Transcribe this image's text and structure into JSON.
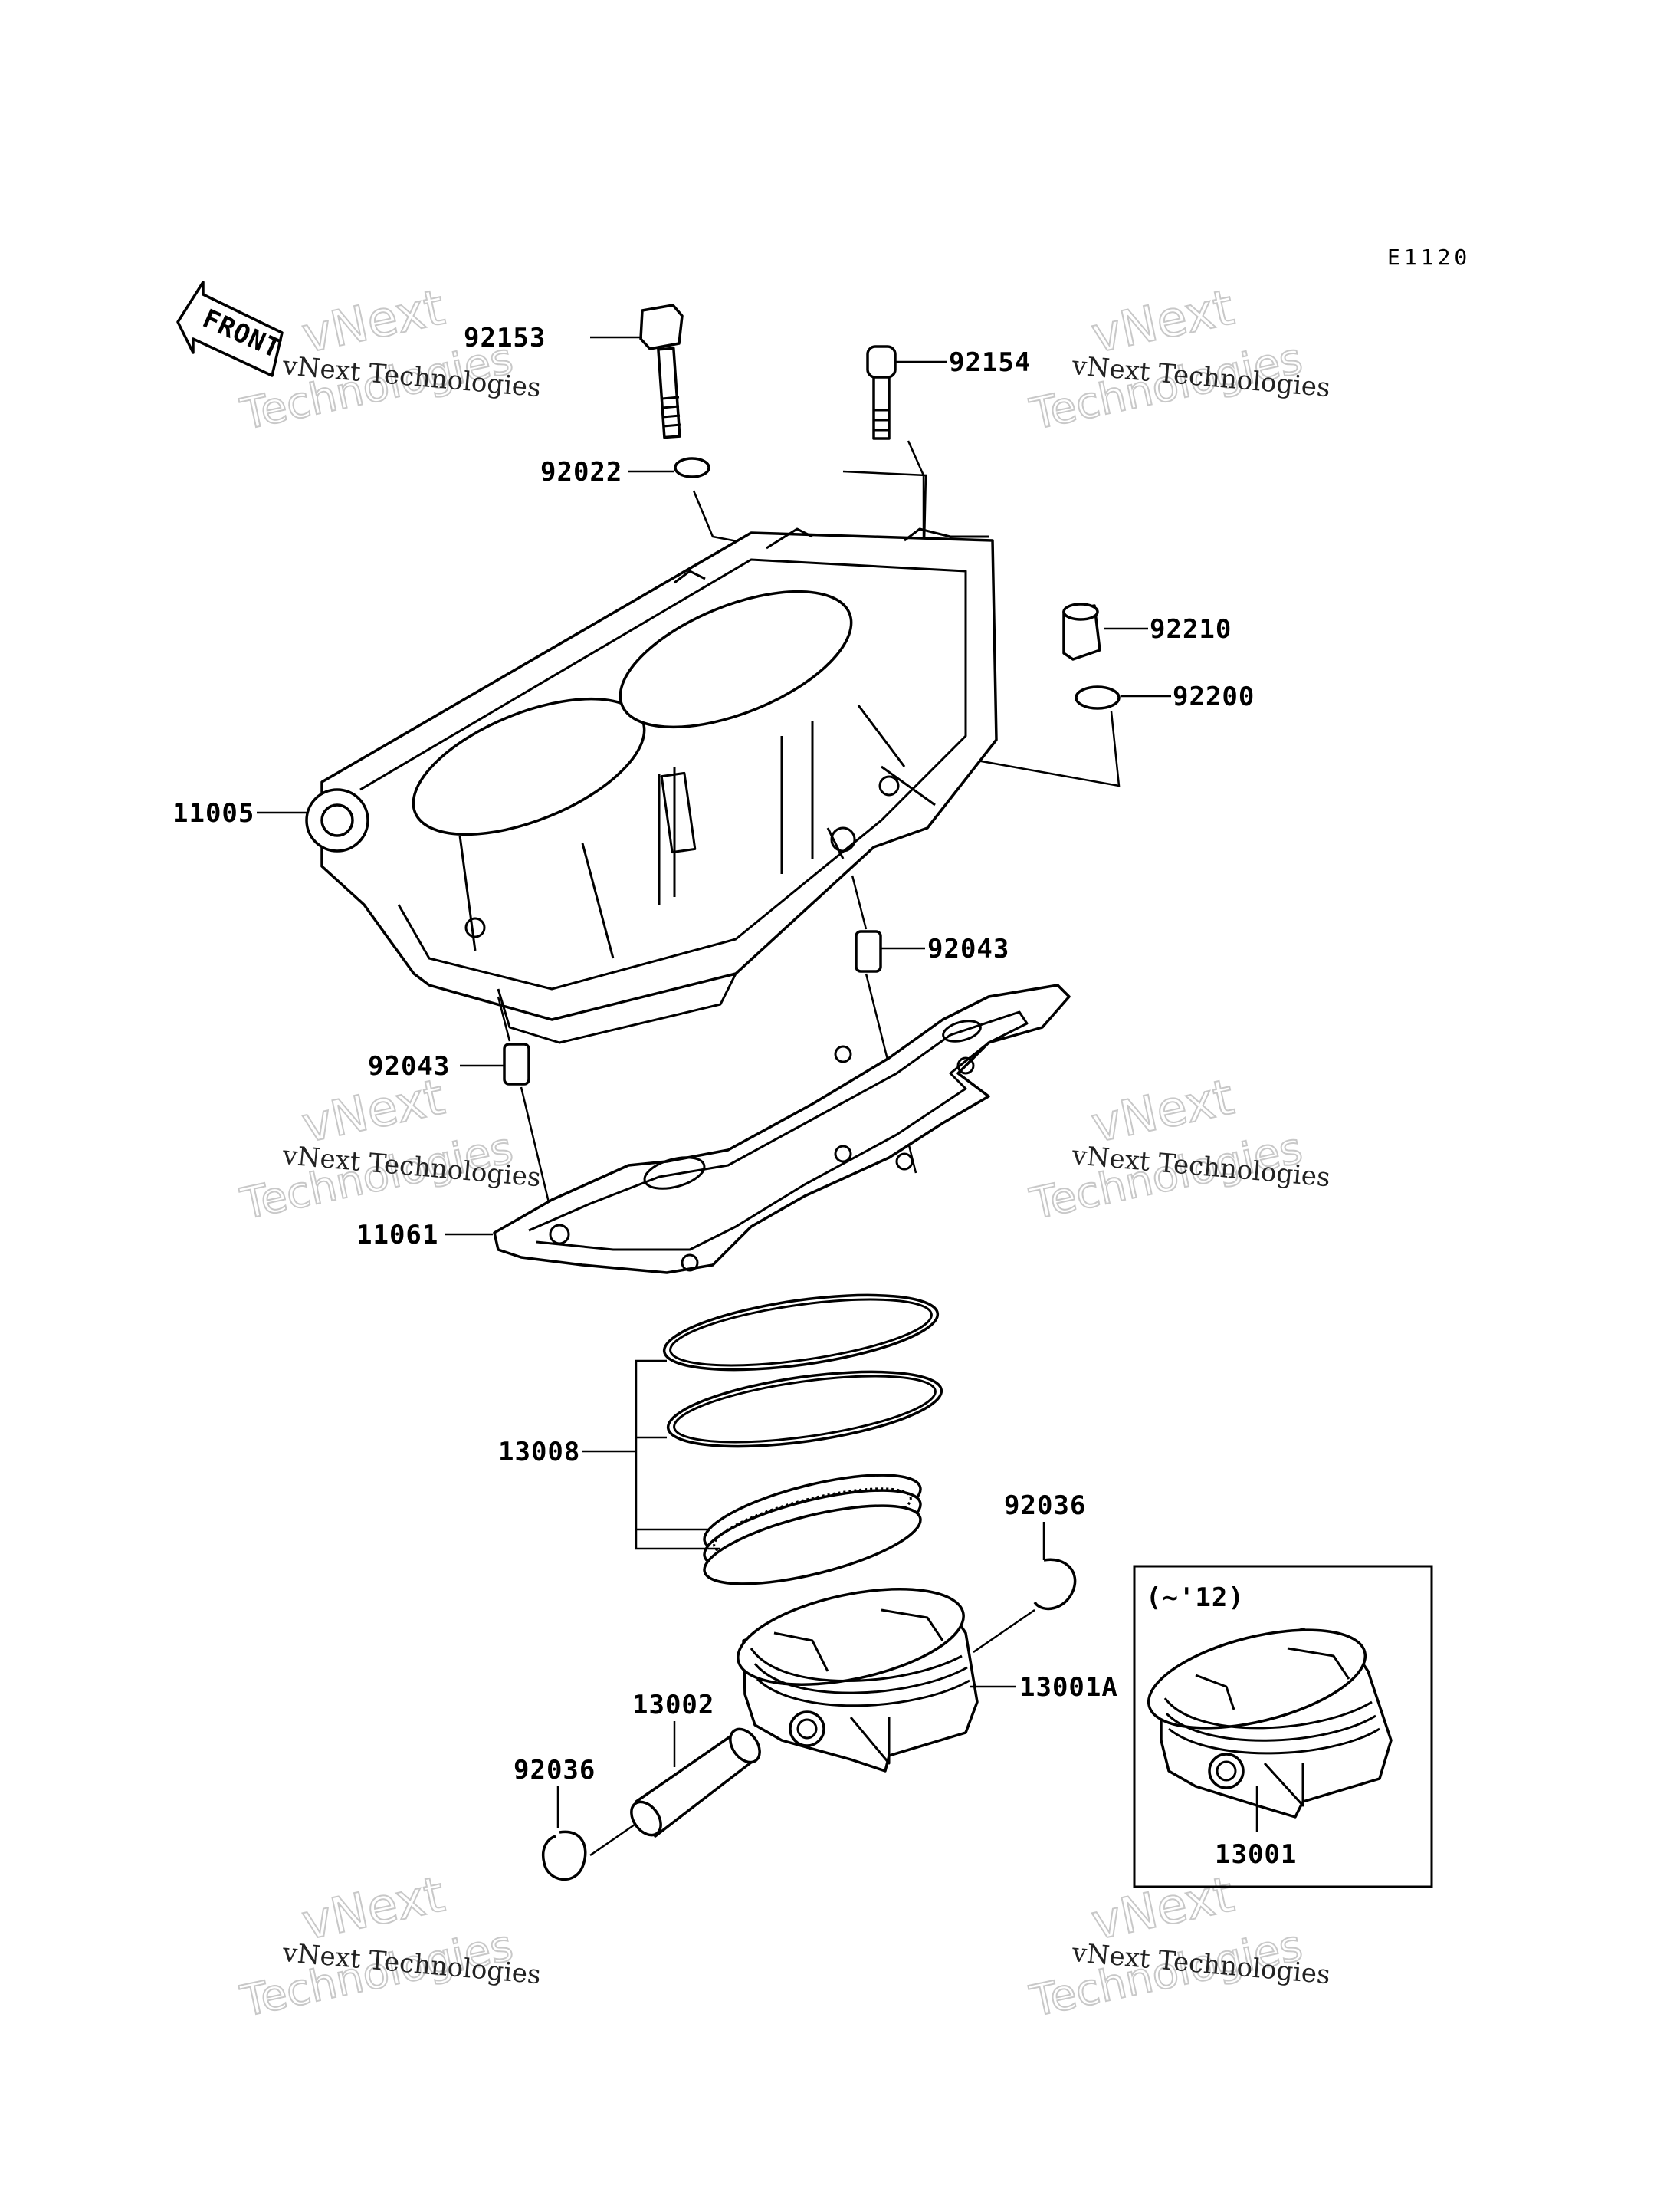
{
  "diagram_code": "E1120",
  "front_label": "FRONT",
  "inset_label": "(~'12)",
  "watermark": {
    "line1": "vNext Technologies",
    "line2": "vNext",
    "line3": "Technologies"
  },
  "parts": {
    "p92153": "92153",
    "p92154": "92154",
    "p92022": "92022",
    "p92210": "92210",
    "p92200": "92200",
    "p11005": "11005",
    "p92043_right": "92043",
    "p92043_left": "92043",
    "p11061": "11061",
    "p13008": "13008",
    "p92036_right": "92036",
    "p13001A": "13001A",
    "p13002": "13002",
    "p92036_left": "92036",
    "p13001": "13001"
  }
}
